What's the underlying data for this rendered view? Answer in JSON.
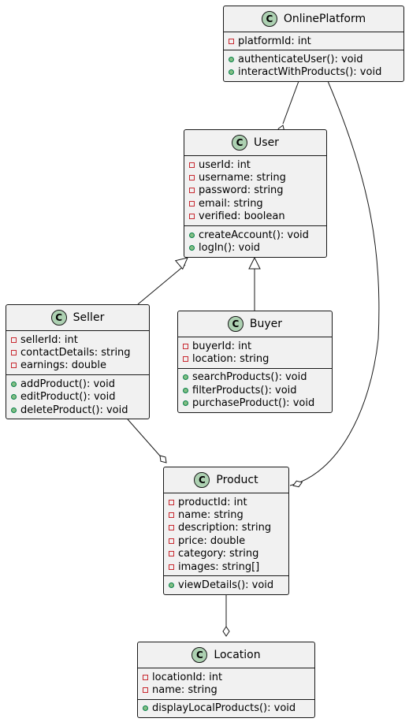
{
  "colors": {
    "class_fill": "#f1f1f1",
    "class_border": "#181818",
    "class_icon_fill": "#add1b2",
    "private_marker": "#c82930",
    "public_marker": "#84be84",
    "public_marker_border": "#038048"
  },
  "classes": [
    {
      "id": "onlineplatform",
      "icon": "C",
      "name": "OnlinePlatform",
      "attributes": [
        "platformId: int"
      ],
      "methods": [
        "authenticateUser(): void",
        "interactWithProducts(): void"
      ]
    },
    {
      "id": "user",
      "icon": "C",
      "name": "User",
      "attributes": [
        "userId: int",
        "username: string",
        "password: string",
        "email: string",
        "verified: boolean"
      ],
      "methods": [
        "createAccount(): void",
        "logIn(): void"
      ]
    },
    {
      "id": "seller",
      "icon": "C",
      "name": "Seller",
      "attributes": [
        "sellerId: int",
        "contactDetails: string",
        "earnings: double"
      ],
      "methods": [
        "addProduct(): void",
        "editProduct(): void",
        "deleteProduct(): void"
      ]
    },
    {
      "id": "buyer",
      "icon": "C",
      "name": "Buyer",
      "attributes": [
        "buyerId: int",
        "location: string"
      ],
      "methods": [
        "searchProducts(): void",
        "filterProducts(): void",
        "purchaseProduct(): void"
      ]
    },
    {
      "id": "product",
      "icon": "C",
      "name": "Product",
      "attributes": [
        "productId: int",
        "name: string",
        "description: string",
        "price: double",
        "category: string",
        "images: string[]"
      ],
      "methods": [
        "viewDetails(): void"
      ]
    },
    {
      "id": "location",
      "icon": "C",
      "name": "Location",
      "attributes": [
        "locationId: int",
        "name: string"
      ],
      "methods": [
        "displayLocalProducts(): void"
      ]
    }
  ],
  "relations": [
    {
      "from": "onlineplatform",
      "to": "user",
      "type": "aggregation"
    },
    {
      "from": "onlineplatform",
      "to": "product",
      "type": "aggregation"
    },
    {
      "from": "seller",
      "to": "user",
      "type": "inheritance"
    },
    {
      "from": "buyer",
      "to": "user",
      "type": "inheritance"
    },
    {
      "from": "seller",
      "to": "product",
      "type": "aggregation"
    },
    {
      "from": "product",
      "to": "location",
      "type": "aggregation"
    }
  ]
}
